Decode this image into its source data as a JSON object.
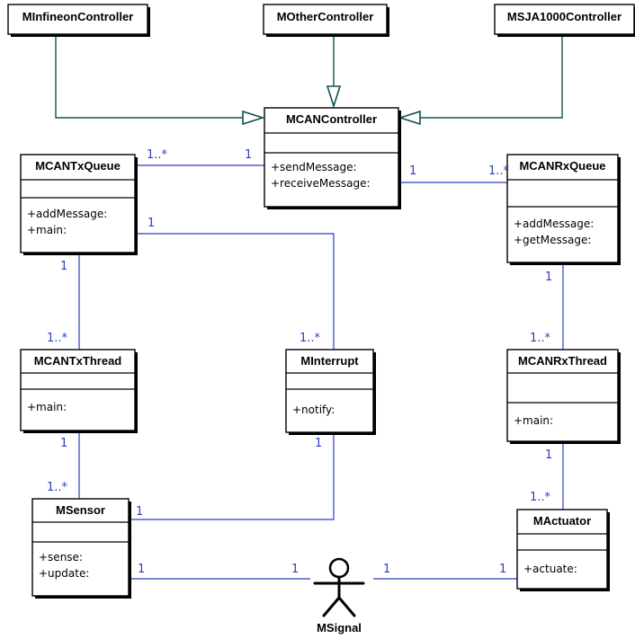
{
  "diagram_type": "UML class diagram",
  "colors": {
    "association": "#2d3fbf",
    "generalization": "#0e5252",
    "box_border": "#000000"
  },
  "classes": [
    {
      "id": "MInfineonController",
      "name": "MInfineonController",
      "operations": []
    },
    {
      "id": "MOtherController",
      "name": "MOtherController",
      "operations": []
    },
    {
      "id": "MSJA1000Controller",
      "name": "MSJA1000Controller",
      "operations": []
    },
    {
      "id": "MCANController",
      "name": "MCANController",
      "operations": [
        "+sendMessage:",
        "+receiveMessage:"
      ]
    },
    {
      "id": "MCANTxQueue",
      "name": "MCANTxQueue",
      "operations": [
        "+addMessage:",
        "+main:"
      ]
    },
    {
      "id": "MCANRxQueue",
      "name": "MCANRxQueue",
      "operations": [
        "+addMessage:",
        "+getMessage:"
      ]
    },
    {
      "id": "MCANTxThread",
      "name": "MCANTxThread",
      "operations": [
        "+main:"
      ]
    },
    {
      "id": "MInterrupt",
      "name": "MInterrupt",
      "operations": [
        "+notify:"
      ]
    },
    {
      "id": "MCANRxThread",
      "name": "MCANRxThread",
      "operations": [
        "+main:"
      ]
    },
    {
      "id": "MSensor",
      "name": "MSensor",
      "operations": [
        "+sense:",
        "+update:"
      ]
    },
    {
      "id": "MActuator",
      "name": "MActuator",
      "operations": [
        "+actuate:"
      ]
    }
  ],
  "actor": {
    "id": "MSignal",
    "name": "MSignal"
  },
  "generalizations": [
    {
      "from": "MInfineonController",
      "to": "MCANController"
    },
    {
      "from": "MOtherController",
      "to": "MCANController"
    },
    {
      "from": "MSJA1000Controller",
      "to": "MCANController"
    }
  ],
  "associations": [
    {
      "from": "MCANTxQueue",
      "to": "MCANController",
      "from_mult": "1..*",
      "to_mult": "1"
    },
    {
      "from": "MCANController",
      "to": "MCANRxQueue",
      "from_mult": "1",
      "to_mult": "1..*"
    },
    {
      "from": "MCANTxQueue",
      "to": "MCANTxThread",
      "from_mult": "1",
      "to_mult": "1..*"
    },
    {
      "from": "MCANTxQueue",
      "to": "MInterrupt",
      "from_mult": "1",
      "to_mult": "1..*"
    },
    {
      "from": "MCANRxQueue",
      "to": "MCANRxThread",
      "from_mult": "1",
      "to_mult": "1..*"
    },
    {
      "from": "MCANTxThread",
      "to": "MSensor",
      "from_mult": "1",
      "to_mult": "1..*"
    },
    {
      "from": "MInterrupt",
      "to": "MSensor",
      "from_mult": "1",
      "to_mult": "1"
    },
    {
      "from": "MCANRxThread",
      "to": "MActuator",
      "from_mult": "1",
      "to_mult": "1..*"
    },
    {
      "from": "MSensor",
      "to": "MSignal",
      "from_mult": "1",
      "to_mult": "1"
    },
    {
      "from": "MSignal",
      "to": "MActuator",
      "from_mult": "1",
      "to_mult": "1"
    }
  ]
}
